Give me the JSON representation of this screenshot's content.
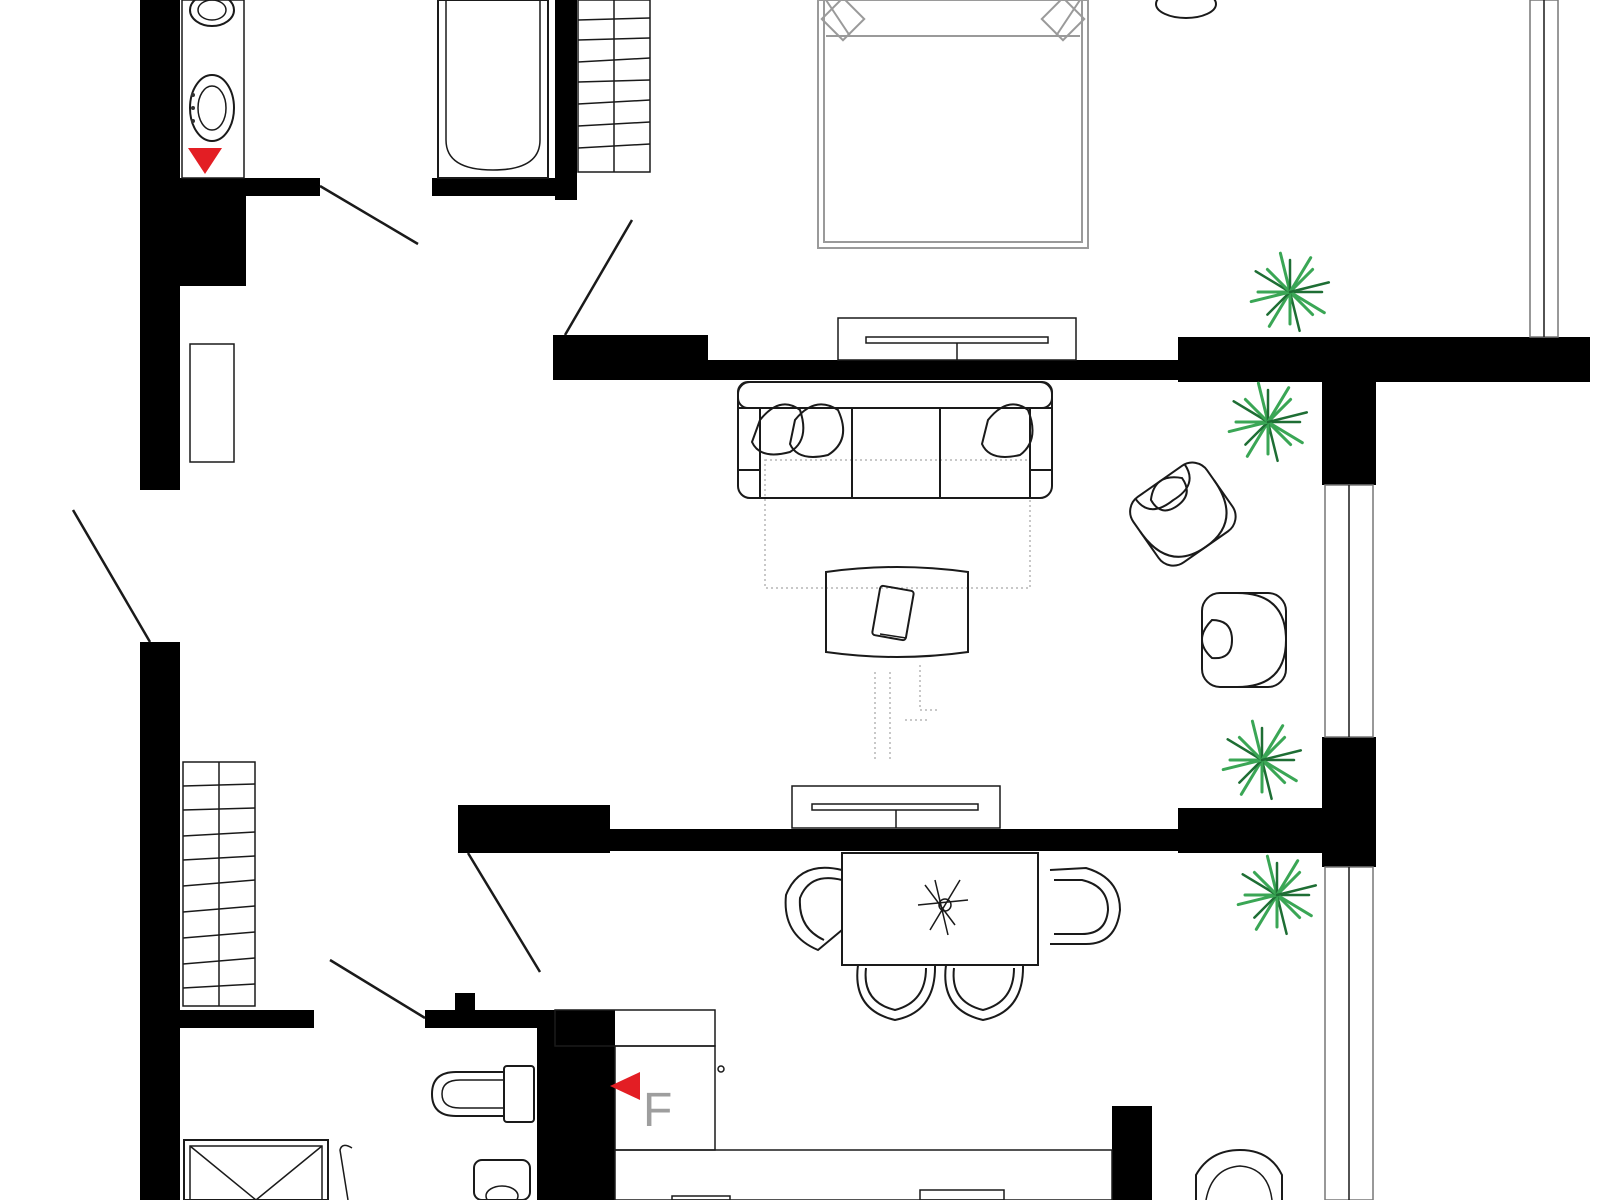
{
  "floor_plan": {
    "kitchen_label": "F",
    "colors": {
      "wall": "#000000",
      "line": "#1a1a1a",
      "plant": "#3aa655",
      "plant_dark": "#1e6e34",
      "marker": "#e31e24"
    },
    "rooms": [
      "bathroom",
      "bedroom",
      "hallway",
      "living-room",
      "dining-area",
      "kitchen",
      "shower-room"
    ],
    "icons": [
      "double-bed-icon",
      "bathtub-icon",
      "washbasin-icon",
      "sofa-icon",
      "armchair-icon",
      "coffee-table-icon",
      "dining-table-icon",
      "dining-chair-icon",
      "tv-console-icon",
      "plant-icon",
      "toilet-icon",
      "shower-icon",
      "wardrobe-icon",
      "marker-icon"
    ]
  }
}
